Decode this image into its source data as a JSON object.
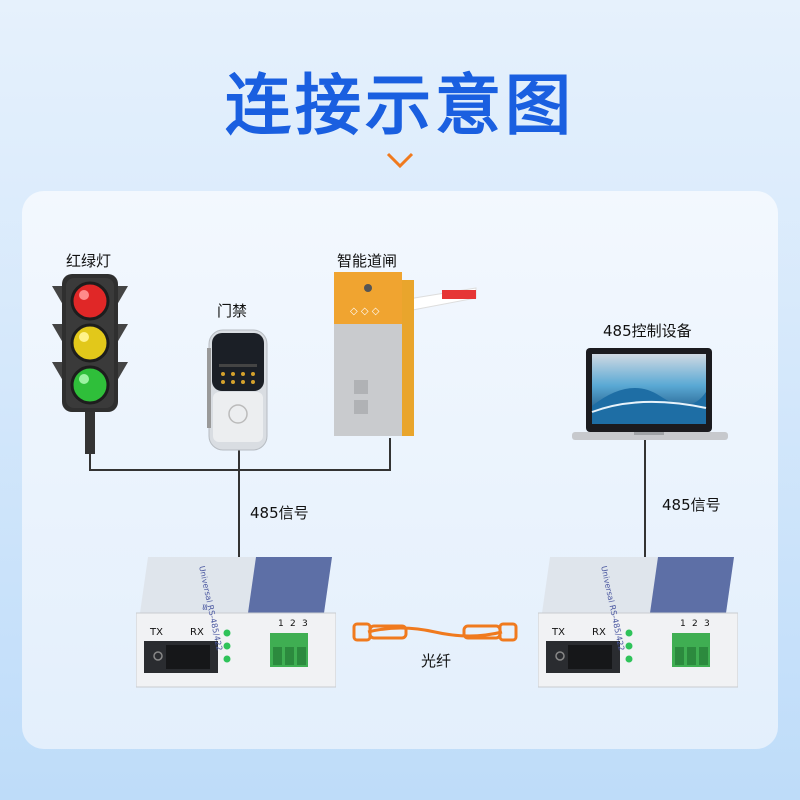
{
  "title": "连接示意图",
  "labels": {
    "traffic_light": "红绿灯",
    "access_control": "门禁",
    "smart_gate": "智能道闸",
    "control_device": "485控制设备",
    "signal_left": "485信号",
    "signal_right": "485信号",
    "fiber": "光纤"
  },
  "converter": {
    "tx": "TX",
    "rx": "RX",
    "pins": [
      "1",
      "2",
      "3"
    ],
    "side_text": "Universal RS-485/422"
  },
  "colors": {
    "title": "#1a5fe0",
    "accent_orange": "#f07a1e",
    "terminal_green": "#3fae52",
    "led_green": "#2fc35a"
  }
}
